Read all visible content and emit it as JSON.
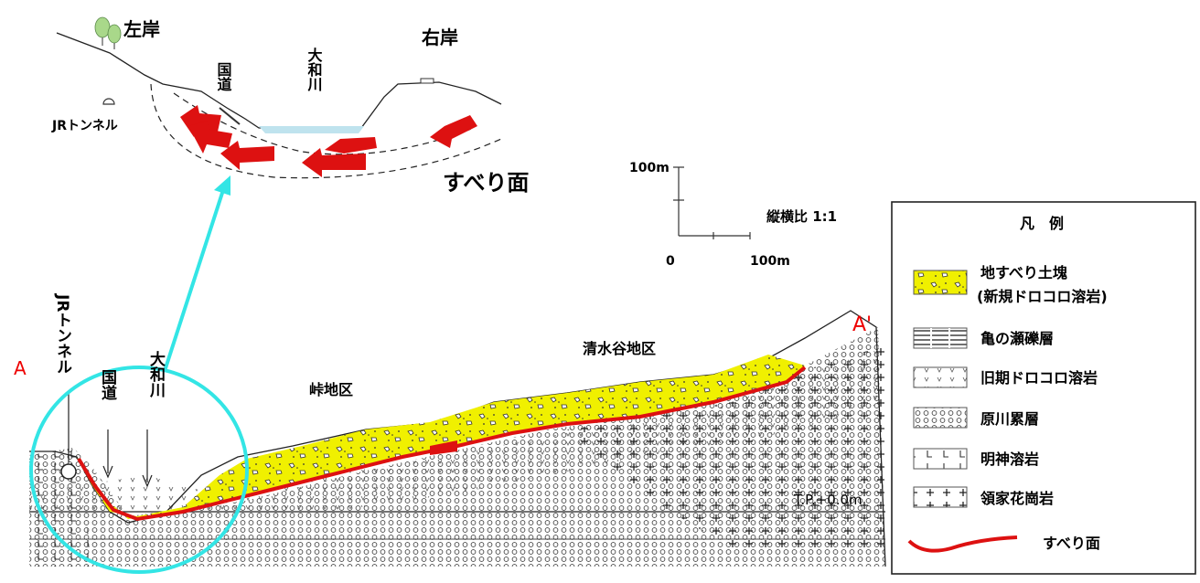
{
  "inset": {
    "left_bank": "左岸",
    "right_bank": "右岸",
    "national_road": "国道",
    "river": "大和川",
    "jr_tunnel": "JRトンネル",
    "slip_surface": "すべり面"
  },
  "scale_bar": {
    "vertical_label": "100m",
    "origin_label": "0",
    "horizontal_label": "100m",
    "ratio_label": "縦横比 1:1"
  },
  "section": {
    "a_label": "A",
    "a_prime_label": "A'",
    "jr_tunnel": "JRトンネル",
    "national_road": "国道",
    "river": "大和川",
    "toge_district": "峠地区",
    "shimizudani_district": "清水谷地区",
    "datum": "T.P.+0.0m"
  },
  "legend": {
    "title": "凡　例",
    "items": [
      {
        "label_line1": "地すべり土塊",
        "label_line2": "(新規ドロコロ溶岩)",
        "pattern": "landslide-mass",
        "color": "#f0f000"
      },
      {
        "label_line1": "亀の瀬礫層",
        "label_line2": "",
        "pattern": "gravel-layer"
      },
      {
        "label_line1": "旧期ドロコロ溶岩",
        "label_line2": "",
        "pattern": "old-lava"
      },
      {
        "label_line1": "原川累層",
        "label_line2": "",
        "pattern": "harakawa-formation"
      },
      {
        "label_line1": "明神溶岩",
        "label_line2": "",
        "pattern": "myojin-lava"
      },
      {
        "label_line1": "領家花崗岩",
        "label_line2": "",
        "pattern": "ryoke-granite"
      },
      {
        "label_line1": "すべり面",
        "label_line2": "",
        "pattern": "slip-surface",
        "color": "#dd1111"
      }
    ]
  },
  "colors": {
    "slip_red": "#dd1111",
    "landslide_yellow": "#f0f000",
    "highlight_cyan": "#33e5e5",
    "label_red": "#ee0000",
    "water": "#bfe3ee"
  }
}
